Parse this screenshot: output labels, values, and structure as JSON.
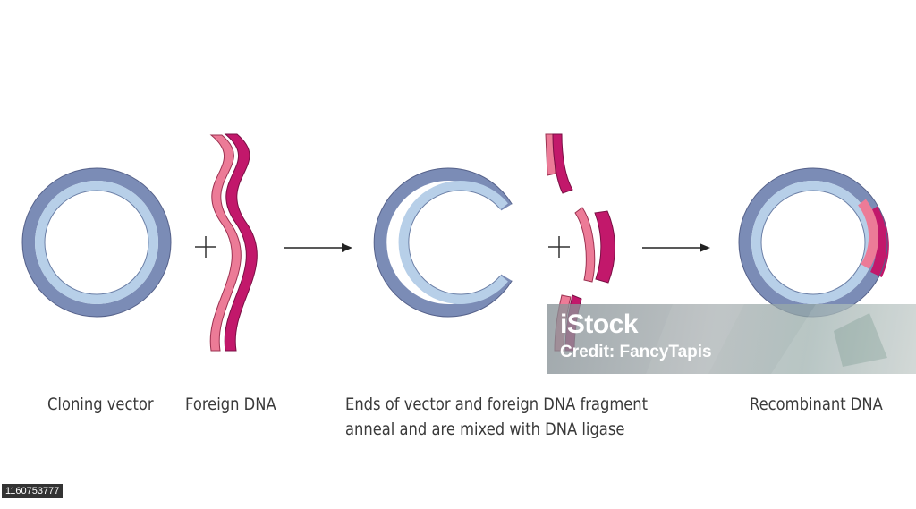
{
  "stages": [
    {
      "id": "vector",
      "label_lines": [
        "Cloning vector"
      ]
    },
    {
      "id": "foreign",
      "label_lines": [
        "Foreign DNA"
      ]
    },
    {
      "id": "annealing",
      "label_lines": [
        "Ends of vector and foreign DNA fragment",
        "anneal and are mixed with DNA ligase"
      ]
    },
    {
      "id": "recombinant",
      "label_lines": [
        "Recombinant DNA"
      ]
    }
  ],
  "operators": {
    "plus": "+"
  },
  "colors": {
    "vector_outer": "#7b8cb6",
    "vector_inner": "#b7cfe8",
    "vector_stroke": "#55618a",
    "foreign_light": "#ec7b97",
    "foreign_dark": "#c2186b",
    "arrow": "#222222"
  },
  "watermark": {
    "logo": "iStock",
    "credit": "Credit: FancyTapis"
  },
  "stock_id": "1160753777"
}
